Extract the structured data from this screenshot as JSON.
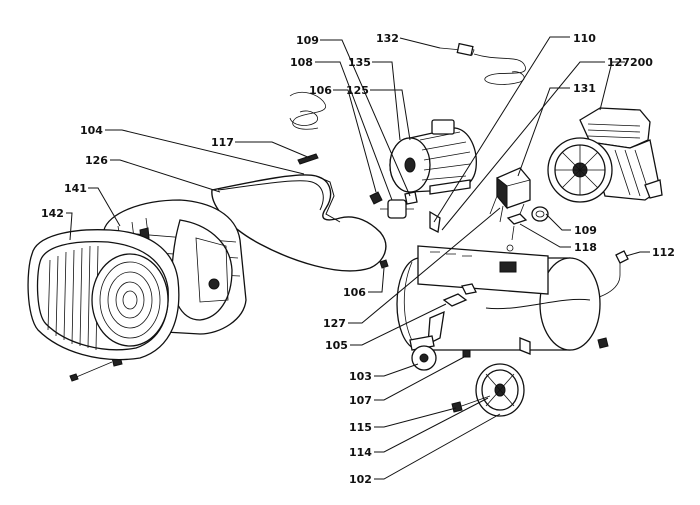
{
  "labels": {
    "l132": "132",
    "l110": "110",
    "l109a": "109",
    "l108": "108",
    "l135": "135",
    "l127a": "127",
    "l200": "200",
    "l106a": "106",
    "l125": "125",
    "l131": "131",
    "l104": "104",
    "l117": "117",
    "l126": "126",
    "l141": "141",
    "l142": "142",
    "l109b": "109",
    "l118": "118",
    "l112": "112",
    "l106b": "106",
    "l127b": "127",
    "l105": "105",
    "l103": "103",
    "l107": "107",
    "l115": "115",
    "l114": "114",
    "l102": "102"
  },
  "icons": [
    "cable-plug-icon",
    "motor-icon",
    "compressor-pump-icon",
    "pressure-switch-icon",
    "air-tank-icon",
    "wheel-icon",
    "caster-wheel-icon",
    "belt-guard-icon",
    "cover-icon",
    "pipe-icon"
  ]
}
